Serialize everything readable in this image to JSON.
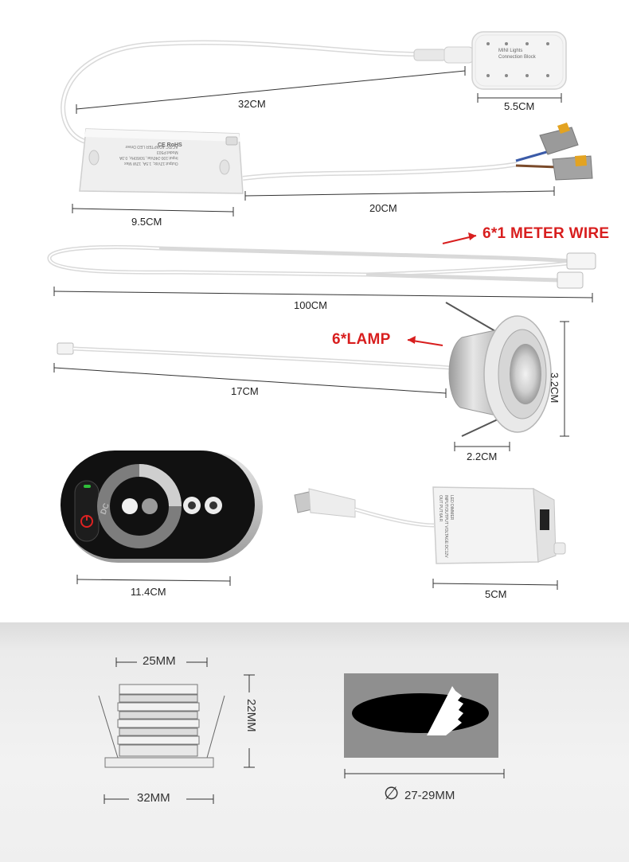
{
  "dimensions": {
    "cable_to_block": "32CM",
    "connection_block": "5.5CM",
    "driver_cable": "20CM",
    "driver": "9.5CM",
    "extension_wire": "100CM",
    "lamp_cable": "17CM",
    "lamp_height": "3.2CM",
    "lamp_width": "2.2CM",
    "remote": "11.4CM",
    "dimmer": "5CM"
  },
  "labels": {
    "meter_wire": "6*1 METER WIRE",
    "lamp": "6*LAMP"
  },
  "block_text": {
    "line1": "MINI Lights",
    "line2": "Connection Block"
  },
  "driver_text": {
    "line1": "AC/DC ADAPTER LED Driver",
    "line2": "Model:P503",
    "line3": "Input:100-240Vac, 50/60Hz, 0.3A",
    "line4": "Output:12Vdc, 1.5A, 12W Max",
    "ce": "CE RoHS"
  },
  "remote_text": {
    "dc": "DC"
  },
  "dimmer_text": {
    "line1": "LED DIMMER",
    "line2": "INPUT/OUTPUT VOLTAGE:DC12V",
    "line3": "OUT PUT:6A R"
  },
  "spec": {
    "top_width": "25MM",
    "height": "22MM",
    "flange_width": "32MM",
    "cutout": "27-29MM",
    "diameter_symbol": "∅"
  },
  "colors": {
    "red_label": "#d81e1e",
    "line": "#333333"
  }
}
